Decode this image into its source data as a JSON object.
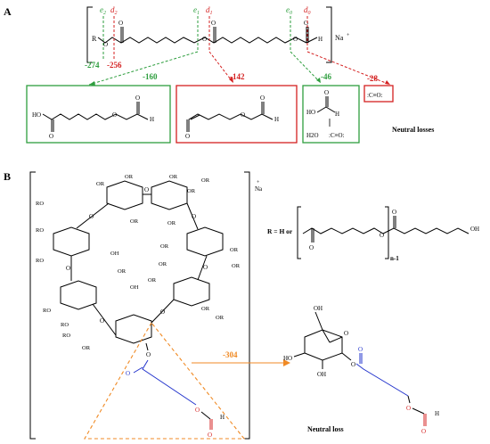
{
  "panel_a": {
    "label": "A",
    "r_group": "R",
    "sodium": "Na",
    "sodium_charge": "+",
    "cleavage_e2": "e",
    "cleavage_e2_sub": "2",
    "cleavage_d2": "d",
    "cleavage_d2_sub": "2",
    "cleavage_e1": "e",
    "cleavage_e1_sub": "1",
    "cleavage_d1": "d",
    "cleavage_d1_sub": "1",
    "cleavage_e0": "e",
    "cleavage_e0_sub": "0",
    "cleavage_d0": "d",
    "cleavage_d0_sub": "0",
    "loss_274": "-274",
    "loss_256": "-256",
    "loss_160": "-160",
    "loss_142": "-142",
    "loss_46": "-46",
    "loss_28": "-28",
    "box1_ho": "HO",
    "box1_h": "H",
    "box2_h": "H",
    "box3_ho": "HO",
    "box3_h": "H",
    "box3_h2o": "H2O",
    "box3_co": ":C≡O:",
    "box4_co": ":C≡O:",
    "neutral_losses": "Neutral losses",
    "atom_o": "O"
  },
  "panel_b": {
    "label": "B",
    "or_label": "OR",
    "ro_label": "RO",
    "oh_label": "OH",
    "sodium": "Na",
    "sodium_charge": "+",
    "r_def": "R = H or",
    "repeat_n": "n-1",
    "end_oh": "OH",
    "loss_304": "-304",
    "neutral_loss": "Neutral loss",
    "h_label": "H",
    "ho_label": "HO",
    "atom_o": "O"
  },
  "colors": {
    "green": "#2e9e3e",
    "red": "#d42020",
    "orange": "#f08a24",
    "blue": "#2233cc",
    "black": "#000000"
  }
}
